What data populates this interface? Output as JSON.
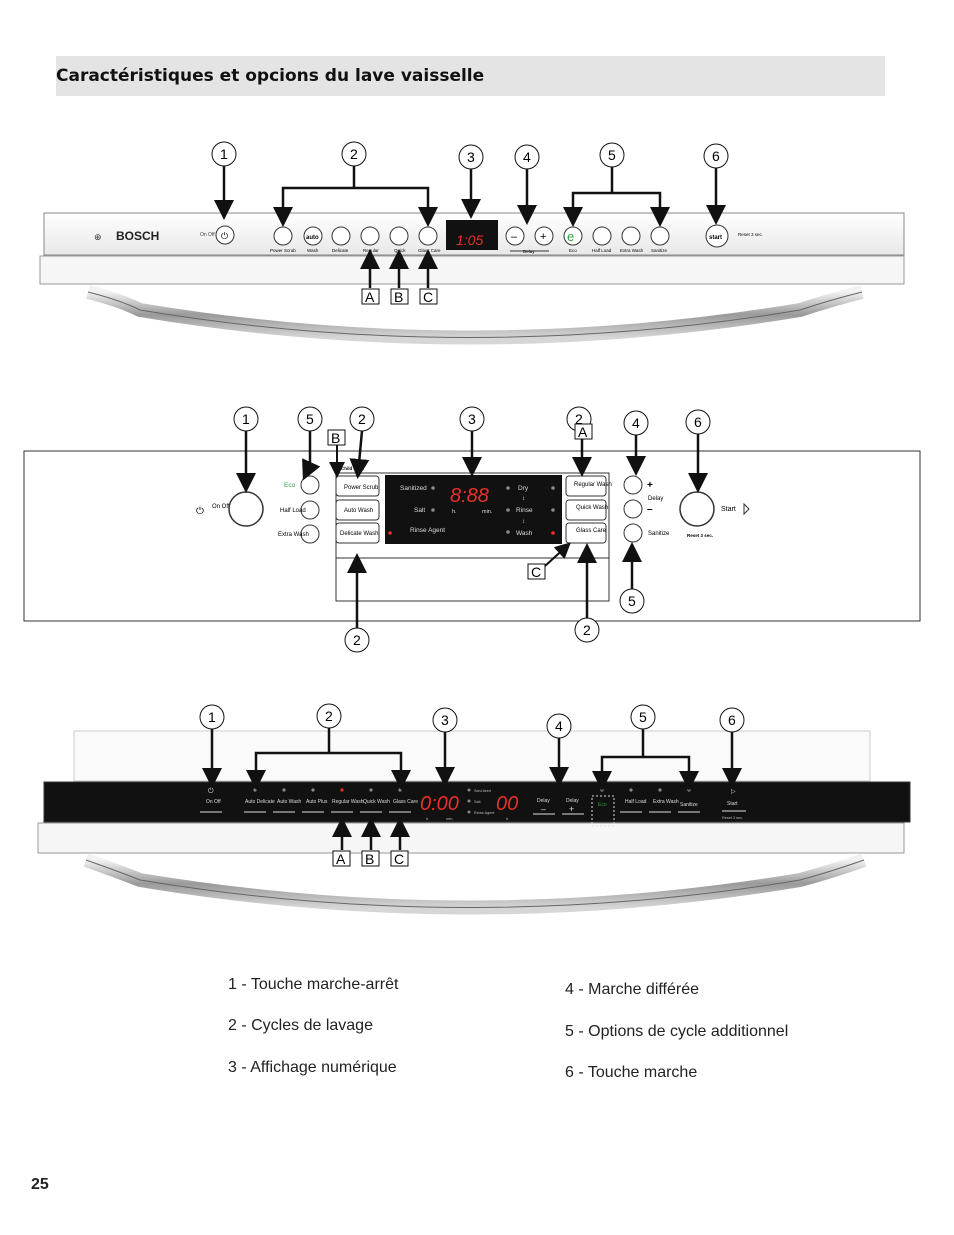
{
  "header": {
    "title": "Caractéristiques et opcions du lave vaisselle"
  },
  "legend": {
    "left": [
      "1 - Touche marche-arrêt",
      "2 - Cycles de lavage",
      "3 - Affichage numérique"
    ],
    "right": [
      "4 - Marche différée",
      "5 - Options de cycle additionnel",
      "6 - Touche marche"
    ]
  },
  "page_number": "25",
  "panel1": {
    "brand": "BOSCH",
    "onoff": "On Off",
    "programs": [
      "Power Scrub",
      "Wash",
      "Delicate",
      "Regular",
      "Quick",
      "Glass Care"
    ],
    "program_icon_text": "auto",
    "display": "1:05",
    "delay": "Delay",
    "options": [
      "Eco",
      "Half Load",
      "Extra Wash",
      "Sanitize"
    ],
    "start": "start",
    "reset": "Reset 3 sec.",
    "callouts": [
      "1",
      "2",
      "3",
      "4",
      "5",
      "6"
    ],
    "letters": [
      "A",
      "B",
      "C"
    ]
  },
  "panel2": {
    "onoff": "On Off",
    "options_left": [
      "Eco",
      "Half Load",
      "Extra Wash"
    ],
    "childlock": "Child Lock",
    "programs_left": [
      "Power Scrub",
      "Auto Wash",
      "Delicate Wash"
    ],
    "status_left": [
      "Sanitized",
      "Salt",
      "Rinse Agent"
    ],
    "display": "8:88",
    "display_units": [
      "h.",
      "min."
    ],
    "status_right": [
      "Dry",
      "Rinse",
      "Wash"
    ],
    "programs_right": [
      "Regular Wash",
      "Quick Wash",
      "Glass Care"
    ],
    "delay": "Delay",
    "sanitize": "Sanitize",
    "start": "Start",
    "reset": "Reset 3 sec.",
    "callouts_top": [
      "1",
      "5",
      "2",
      "3",
      "2",
      "4",
      "6"
    ],
    "callouts_bottom": [
      "2",
      "2",
      "5"
    ],
    "letters": [
      "B",
      "A",
      "C"
    ]
  },
  "panel3": {
    "onoff": "On Off",
    "programs": [
      "Auto Delicate",
      "Auto Wash",
      "Auto Plus",
      "Regular Wash",
      "Quick Wash",
      "Glass Care"
    ],
    "display_time": "0:00",
    "display_delay": "00",
    "status": [
      "Sani-tized",
      "Salt",
      "Rinse Agent"
    ],
    "units": [
      "h.",
      "min.",
      "h."
    ],
    "delay_minus": "Delay",
    "delay_plus": "Delay",
    "options": [
      "Eco",
      "Half Load",
      "Extra Wash",
      "Sanitize"
    ],
    "start": "Start",
    "reset": "Reset 3 sec.",
    "callouts": [
      "1",
      "2",
      "3",
      "4",
      "5",
      "6"
    ],
    "letters": [
      "A",
      "B",
      "C"
    ]
  }
}
